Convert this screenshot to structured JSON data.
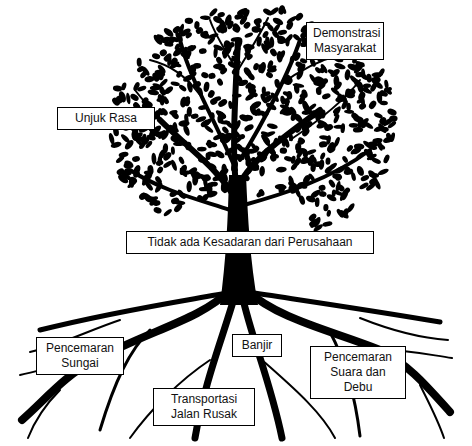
{
  "diagram": {
    "nodes": [
      {
        "text": [
          "Demonstrasi Masyarakat"
        ]
      },
      {
        "text": [
          "Unjuk Rasa"
        ]
      },
      {
        "text": [
          "Tidak ada Kesadaran dari Perusahaan"
        ]
      },
      {
        "text": [
          "Pencemaran Sungai"
        ]
      },
      {
        "text": [
          "Banjir"
        ]
      },
      {
        "text": [
          "Pencemaran Suara dan Debu"
        ]
      },
      {
        "text": [
          "Transportasi Jalan Rusak"
        ]
      }
    ]
  }
}
